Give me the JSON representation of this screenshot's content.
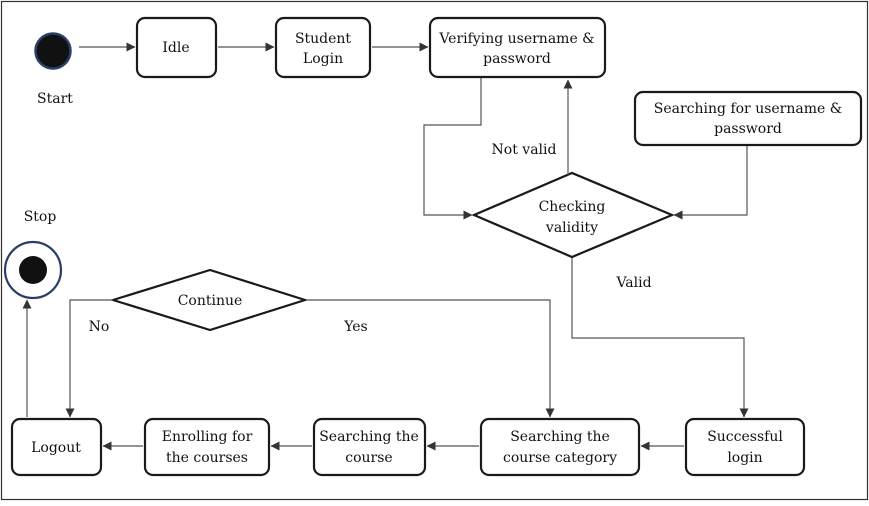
{
  "diagram": {
    "start_label": "Start",
    "stop_label": "Stop",
    "nodes": {
      "idle": [
        "Idle"
      ],
      "student_login": [
        "Student",
        "Login"
      ],
      "verifying": [
        "Verifying username &",
        "password"
      ],
      "searching_credentials": [
        "Searching for username &",
        "password"
      ],
      "checking_validity": [
        "Checking",
        "validity"
      ],
      "successful_login": [
        "Successful",
        "login"
      ],
      "searching_category": [
        "Searching the",
        "course category"
      ],
      "searching_course": [
        "Searching the",
        "course"
      ],
      "enrolling": [
        "Enrolling for",
        "the courses"
      ],
      "logout": [
        "Logout"
      ],
      "continue": [
        "Continue"
      ]
    },
    "edge_labels": {
      "not_valid": "Not valid",
      "valid": "Valid",
      "yes": "Yes",
      "no": "No"
    }
  }
}
